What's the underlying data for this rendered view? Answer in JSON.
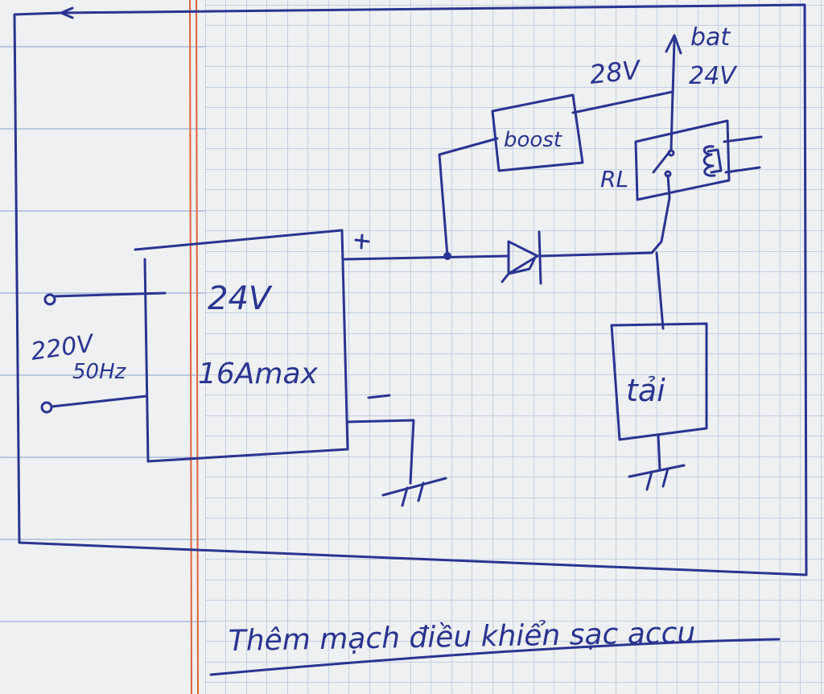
{
  "colors": {
    "paper": "#eef0f1",
    "grid": "#8fa6cf",
    "margin_line": "#e0603a",
    "ink": "#2a3490"
  },
  "labels": {
    "mains_voltage": "220V",
    "mains_freq": "50Hz",
    "psu_voltage": "24V",
    "psu_current": "16Amax",
    "plus_sign": "+",
    "minus_sign": "−",
    "boost": "boost",
    "boost_out": "28V",
    "battery": "bat",
    "battery_voltage": "24V",
    "relay": "RL",
    "load": "tải",
    "caption": "Thêm mạch điều khiển sạc accu"
  }
}
